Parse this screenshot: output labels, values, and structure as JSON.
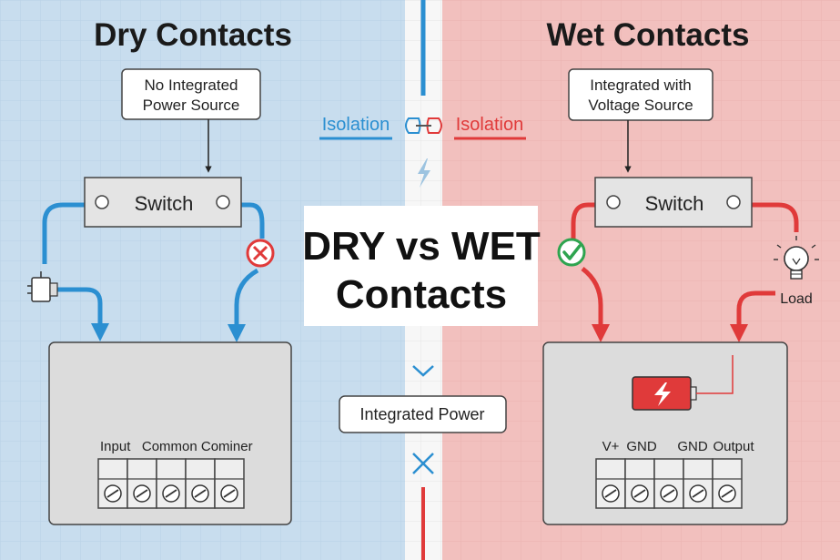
{
  "left": {
    "title": "Dry Contacts",
    "note": [
      "No Integrated",
      "Power Source"
    ],
    "switch_label": "Switch",
    "isolation_label": "Isolation",
    "terminal_labels": "Input   Common Cominer",
    "terminal_count": 5,
    "status_icon": "x-mark-icon",
    "accent_color": "#2b8fd1",
    "panel_color": "#c8ddee"
  },
  "right": {
    "title": "Wet Contacts",
    "note": [
      "Integrated with",
      "Voltage Source"
    ],
    "switch_label": "Switch",
    "isolation_label": "Isolation",
    "terminal_labels": [
      "V+",
      "GND",
      "GND",
      "Output"
    ],
    "terminal_count": 5,
    "load_label": "Load",
    "status_icon": "check-mark-icon",
    "accent_color": "#e03a3a",
    "panel_color": "#f2c0be"
  },
  "center": {
    "headline": [
      "DRY vs WET",
      "Contacts"
    ],
    "integrated_power_label": "Integrated Power",
    "icons": [
      "link-icon",
      "lightning-icon",
      "chevron-down-icon",
      "x-icon"
    ]
  }
}
